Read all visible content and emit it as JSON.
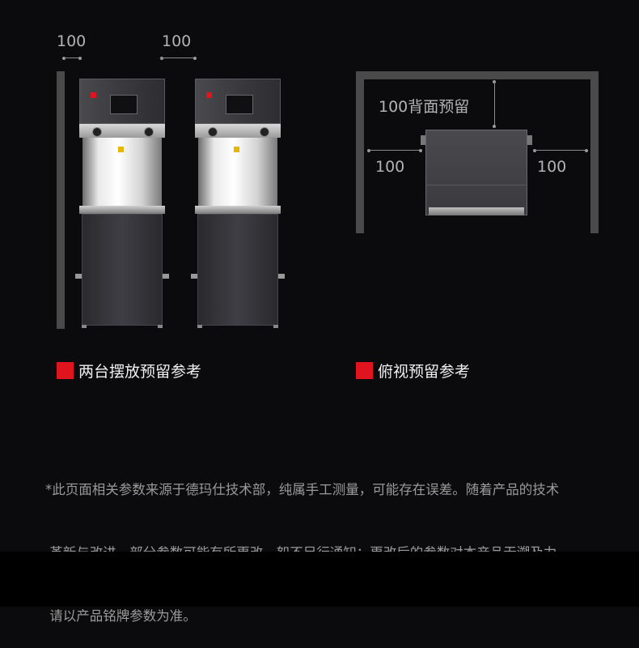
{
  "labels": {
    "gap_left": "100",
    "gap_between": "100",
    "back_gap": "100背面预留",
    "side_left": "100",
    "side_right": "100"
  },
  "sections": {
    "side_by_side_title": "两台摆放预留参考",
    "top_view_title": "俯视预留参考"
  },
  "disclaimer": {
    "line1": "*此页面相关参数来源于德玛仕技术部，纯属手工测量，可能存在误差。随着产品的技术",
    "line2": " 革新与改进，部分参数可能有所更改，恕不另行通知；更改后的参数对本产品无溯及力，",
    "line3": " 请以产品铭牌参数为准。"
  },
  "colors": {
    "background": "#0b0a0c",
    "accent_red": "#e0141e",
    "wall_gray": "#4a4a4a"
  }
}
